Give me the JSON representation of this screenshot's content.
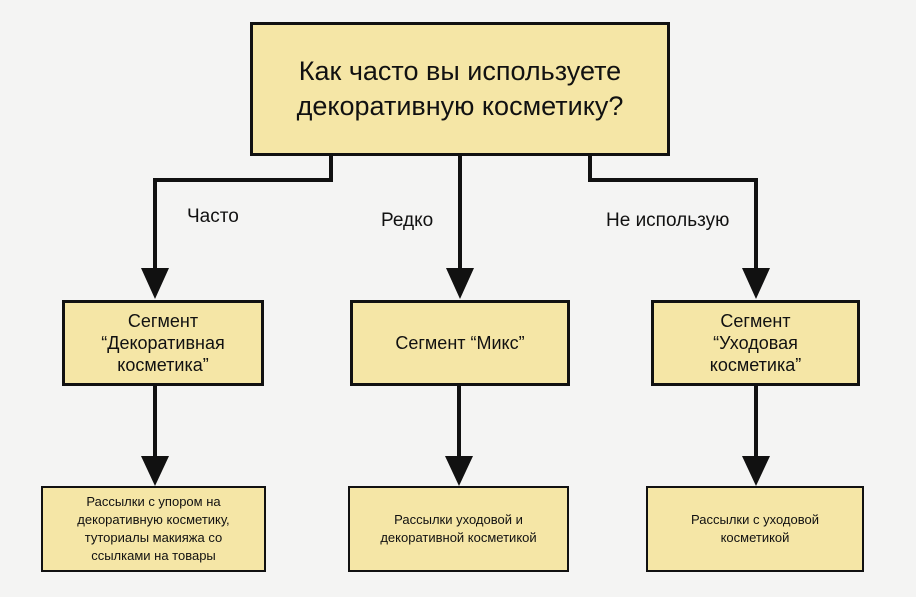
{
  "question": "Как часто вы используете\nдекоративную косметику?",
  "branches": [
    {
      "answer": "Часто",
      "segment": "Сегмент\n“Декоративная\nкосметика”",
      "action": "Рассылки с упором на\nдекоративную косметику,\nтуториалы макияжа со\nссылками на товары"
    },
    {
      "answer": "Редко",
      "segment": "Сегмент “Микс”",
      "action": "Рассылки уходовой и\nдекоративной косметикой"
    },
    {
      "answer": "Не использую",
      "segment": "Сегмент\n“Уходовая\nкосметика”",
      "action": "Рассылки с уходовой\nкосметикой"
    }
  ],
  "colors": {
    "box_fill": "#f5e6a6",
    "line": "#111111",
    "background": "#f4f4f3"
  }
}
